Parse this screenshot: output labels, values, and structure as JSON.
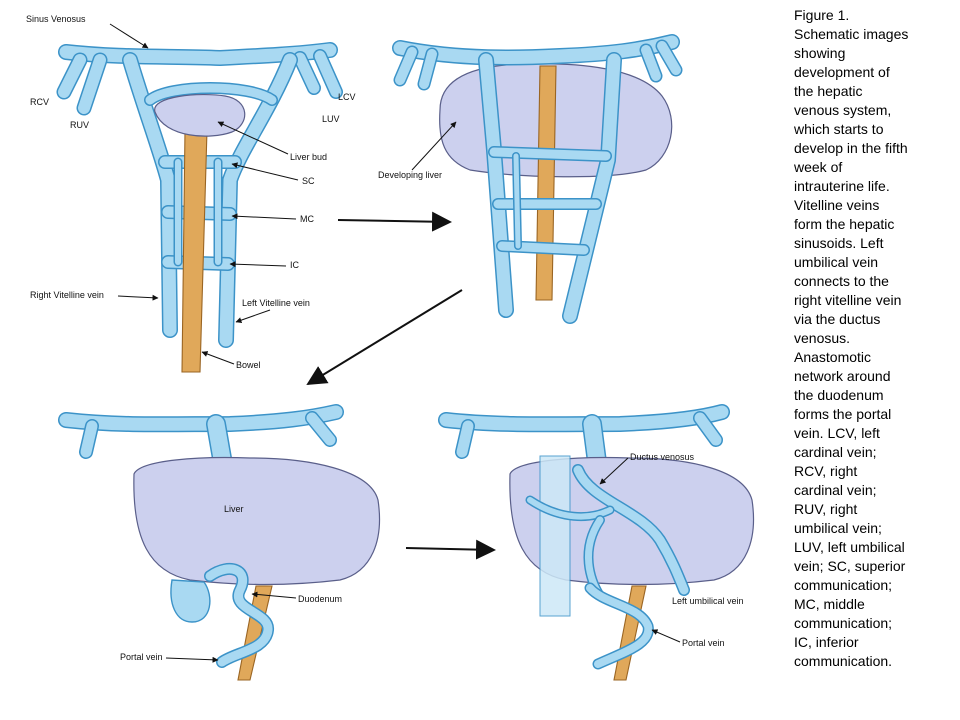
{
  "caption": "Figure 1.\nSchematic images\nshowing\ndevelopment of\nthe hepatic\nvenous system,\nwhich starts to\ndevelop in the fifth\nweek of\nintrauterine life.\nVitelline veins\nform the hepatic\nsinusoids. Left\numbilical vein\nconnects to the\nright vitelline vein\nvia the ductus\nvenosus.\nAnastomotic\nnetwork around\nthe duodenum\nforms the portal\nvein. LCV, left\ncardinal vein;\nRCV, right\ncardinal vein;\nRUV, right\numbilical vein;\nLUV, left umbilical\nvein; SC, superior\ncommunication;\nMC, middle\ncommunication;\nIC, inferior\ncommunication.",
  "panel1": {
    "sinus_venosus": "Sinus Venosus",
    "rcv": "RCV",
    "ruv": "RUV",
    "lcv": "LCV",
    "luv": "LUV",
    "liver_bud": "Liver bud",
    "sc": "SC",
    "mc": "MC",
    "ic": "IC",
    "right_vitelline": "Right Vitelline vein",
    "left_vitelline": "Left Vitelline vein",
    "bowel": "Bowel"
  },
  "panel2": {
    "developing_liver": "Developing liver"
  },
  "panel3": {
    "liver": "Liver",
    "duodenum": "Duodenum",
    "portal_vein": "Portal vein"
  },
  "panel4": {
    "ductus_venosus": "Ductus venosus",
    "left_umbilical": "Left umbilical vein",
    "portal_vein": "Portal vein"
  },
  "colors": {
    "vein": "#a9d9f2",
    "vein_edge": "#3c93c8",
    "liver": "#ccd0ee",
    "bowel": "#e0a85a"
  }
}
